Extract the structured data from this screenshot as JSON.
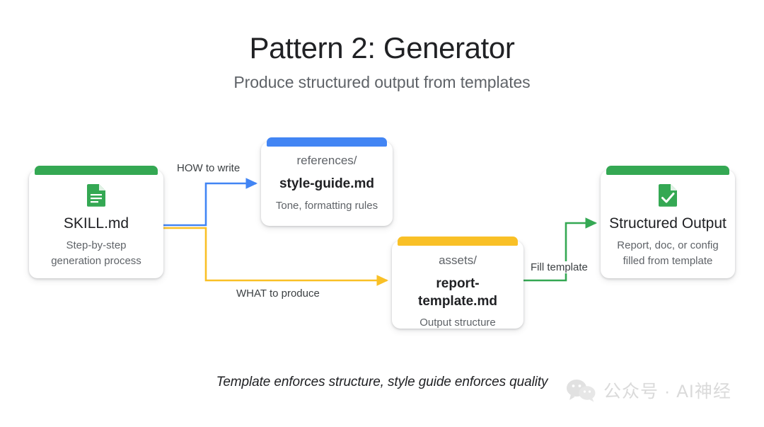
{
  "header": {
    "title": "Pattern 2: Generator",
    "subtitle": "Produce structured output from templates"
  },
  "diagram": {
    "type": "flowchart",
    "nodes": [
      {
        "id": "skill",
        "icon": "document-lines-icon",
        "bar_color": "#34A853",
        "eyebrow": "",
        "title": "SKILL.md",
        "desc": "Step-by-step\ngeneration process",
        "desc_line1": "Step-by-step",
        "desc_line2": "generation process"
      },
      {
        "id": "references",
        "icon": "",
        "bar_color": "#4285F4",
        "eyebrow": "references/",
        "title": "style-guide.md",
        "desc_line1": "Tone, formatting rules",
        "desc_line2": ""
      },
      {
        "id": "assets",
        "icon": "",
        "bar_color": "#F9C026",
        "eyebrow": "assets/",
        "title": "report-template.md",
        "desc_line1": "Output structure",
        "desc_line2": ""
      },
      {
        "id": "output",
        "icon": "document-check-icon",
        "bar_color": "#34A853",
        "eyebrow": "",
        "title": "Structured Output",
        "desc_line1": "Report, doc, or config",
        "desc_line2": "filled from template"
      }
    ],
    "edges": [
      {
        "id": "how",
        "label": "HOW to write",
        "color": "#4285F4",
        "from": "skill",
        "to": "references"
      },
      {
        "id": "what",
        "label": "WHAT to produce",
        "color": "#F9C026",
        "from": "skill",
        "to": "assets"
      },
      {
        "id": "fill",
        "label": "Fill template",
        "color": "#34A853",
        "from": "assets",
        "to": "output"
      }
    ]
  },
  "caption": "Template enforces structure, style guide enforces quality",
  "watermark": {
    "icon": "wechat-icon",
    "text": "公众号 · AI神经"
  },
  "colors": {
    "green": "#34A853",
    "blue": "#4285F4",
    "yellow": "#F9C026",
    "text_primary": "#202124",
    "text_secondary": "#5f6368",
    "background": "#ffffff"
  }
}
